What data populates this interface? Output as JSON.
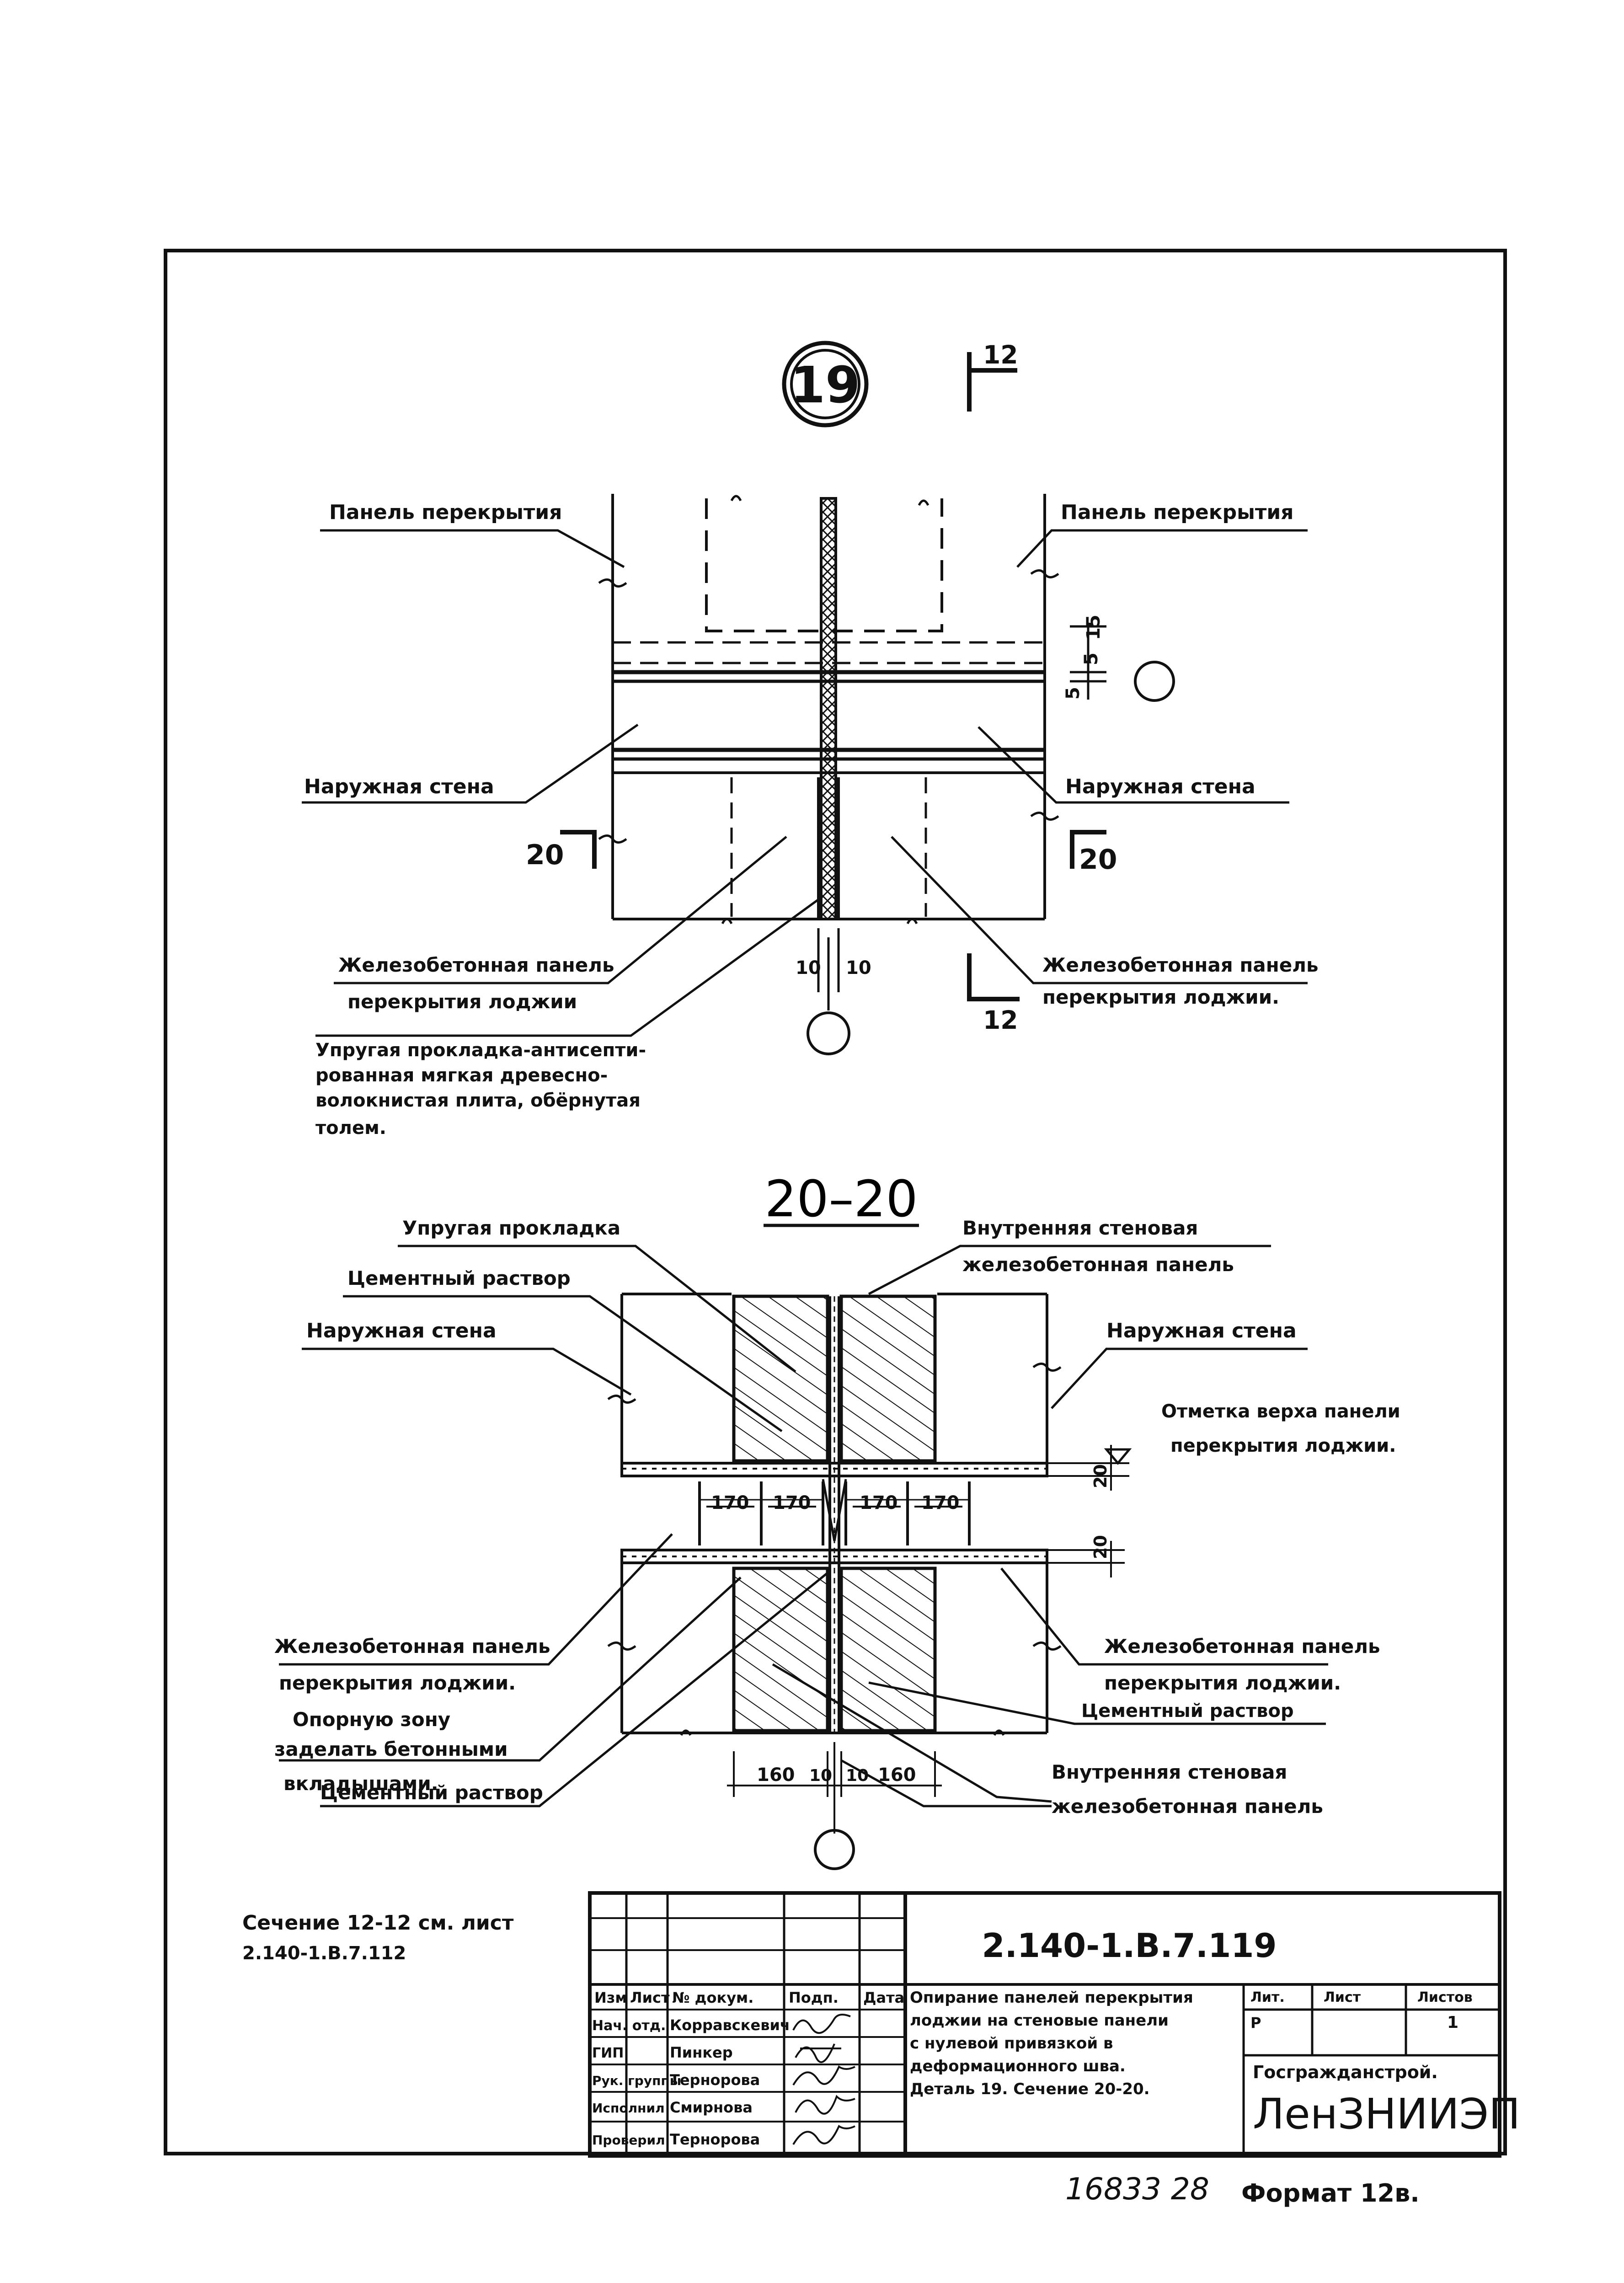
{
  "detail": {
    "number": "19",
    "section_mark": "12"
  },
  "top_view": {
    "panel_left": "Панель перекрытия",
    "panel_right": "Панель перекрытия",
    "wall_left": "Наружная стена",
    "wall_right": "Наружная стена",
    "cut_left": "20",
    "cut_right": "20",
    "rc_left_1": "Железобетонная панель",
    "rc_left_2": "перекрытия лоджии",
    "rc_right_1": "Железобетонная панель",
    "rc_right_2": "перекрытия лоджии.",
    "dim_10_left": "10",
    "dim_10_right": "10",
    "cut_bottom": "12",
    "dim_5a": "5",
    "dim_5b": "5",
    "dim_15": "15",
    "gasket_1": "Упругая прокладка-антисепти-",
    "gasket_2": "рованная мягкая древесно-",
    "gasket_3": "волокнистая плита, обёрнутая",
    "gasket_4": "толем."
  },
  "section": {
    "title": "20–20",
    "elastic": "Упругая прокладка",
    "mortar_top": "Цементный раствор",
    "wall_left": "Наружная стена",
    "inner_top_1": "Внутренняя стеновая",
    "inner_top_2": "железобетонная панель",
    "wall_right": "Наружная стена",
    "mark_1": "Отметка верха панели",
    "mark_2": "перекрытия лоджии.",
    "dims_slab": [
      "170",
      "170",
      "170",
      "170"
    ],
    "dim_20_top": "20",
    "dim_20_bottom": "20",
    "rc_left_1": "Железобетонная панель",
    "rc_left_2": "перекрытия лоджии.",
    "rc_right_1": "Железобетонная панель",
    "rc_right_2": "перекрытия лоджии.",
    "support_1": "Опорную зону",
    "support_2": "заделать бетонными",
    "support_3": "вкладышами.",
    "mortar_bottom": "Цементный раствор",
    "mortar_right": "Цементный раствор",
    "dims_bottom": [
      "160",
      "10",
      "10",
      "160"
    ],
    "inner_bottom_1": "Внутренняя стеновая",
    "inner_bottom_2": "железобетонная панель"
  },
  "reference": {
    "line1": "Сечение 12-12 см. лист",
    "line2": "2.140-1.В.7.112"
  },
  "title_block": {
    "doc_code": "2.140-1.В.7.119",
    "headers": [
      "Изм",
      "Лист",
      "№ докум.",
      "Подп.",
      "Дата"
    ],
    "roles": [
      "Нач. отд.",
      "ГИП",
      "Рук. группы",
      "Исполнил",
      "Проверил"
    ],
    "names": [
      "Корравскевич",
      "Пинкер",
      "Тернорова",
      "Смирнова",
      "Тернорова"
    ],
    "description": [
      "Опирание панелей перекрытия",
      "лоджии на стеновые панели",
      "с нулевой привязкой в",
      "деформационного шва.",
      "Деталь 19. Сечение 20-20."
    ],
    "stage_label": "Лит.",
    "sheet_label": "Лист",
    "sheets_label": "Листов",
    "stage": "Р",
    "sheets": "1",
    "org_top": "Госгражданстрой.",
    "org": "ЛенЗНИИЭП"
  },
  "footer": {
    "stamp": "16833 28",
    "format": "Формат 12в."
  }
}
